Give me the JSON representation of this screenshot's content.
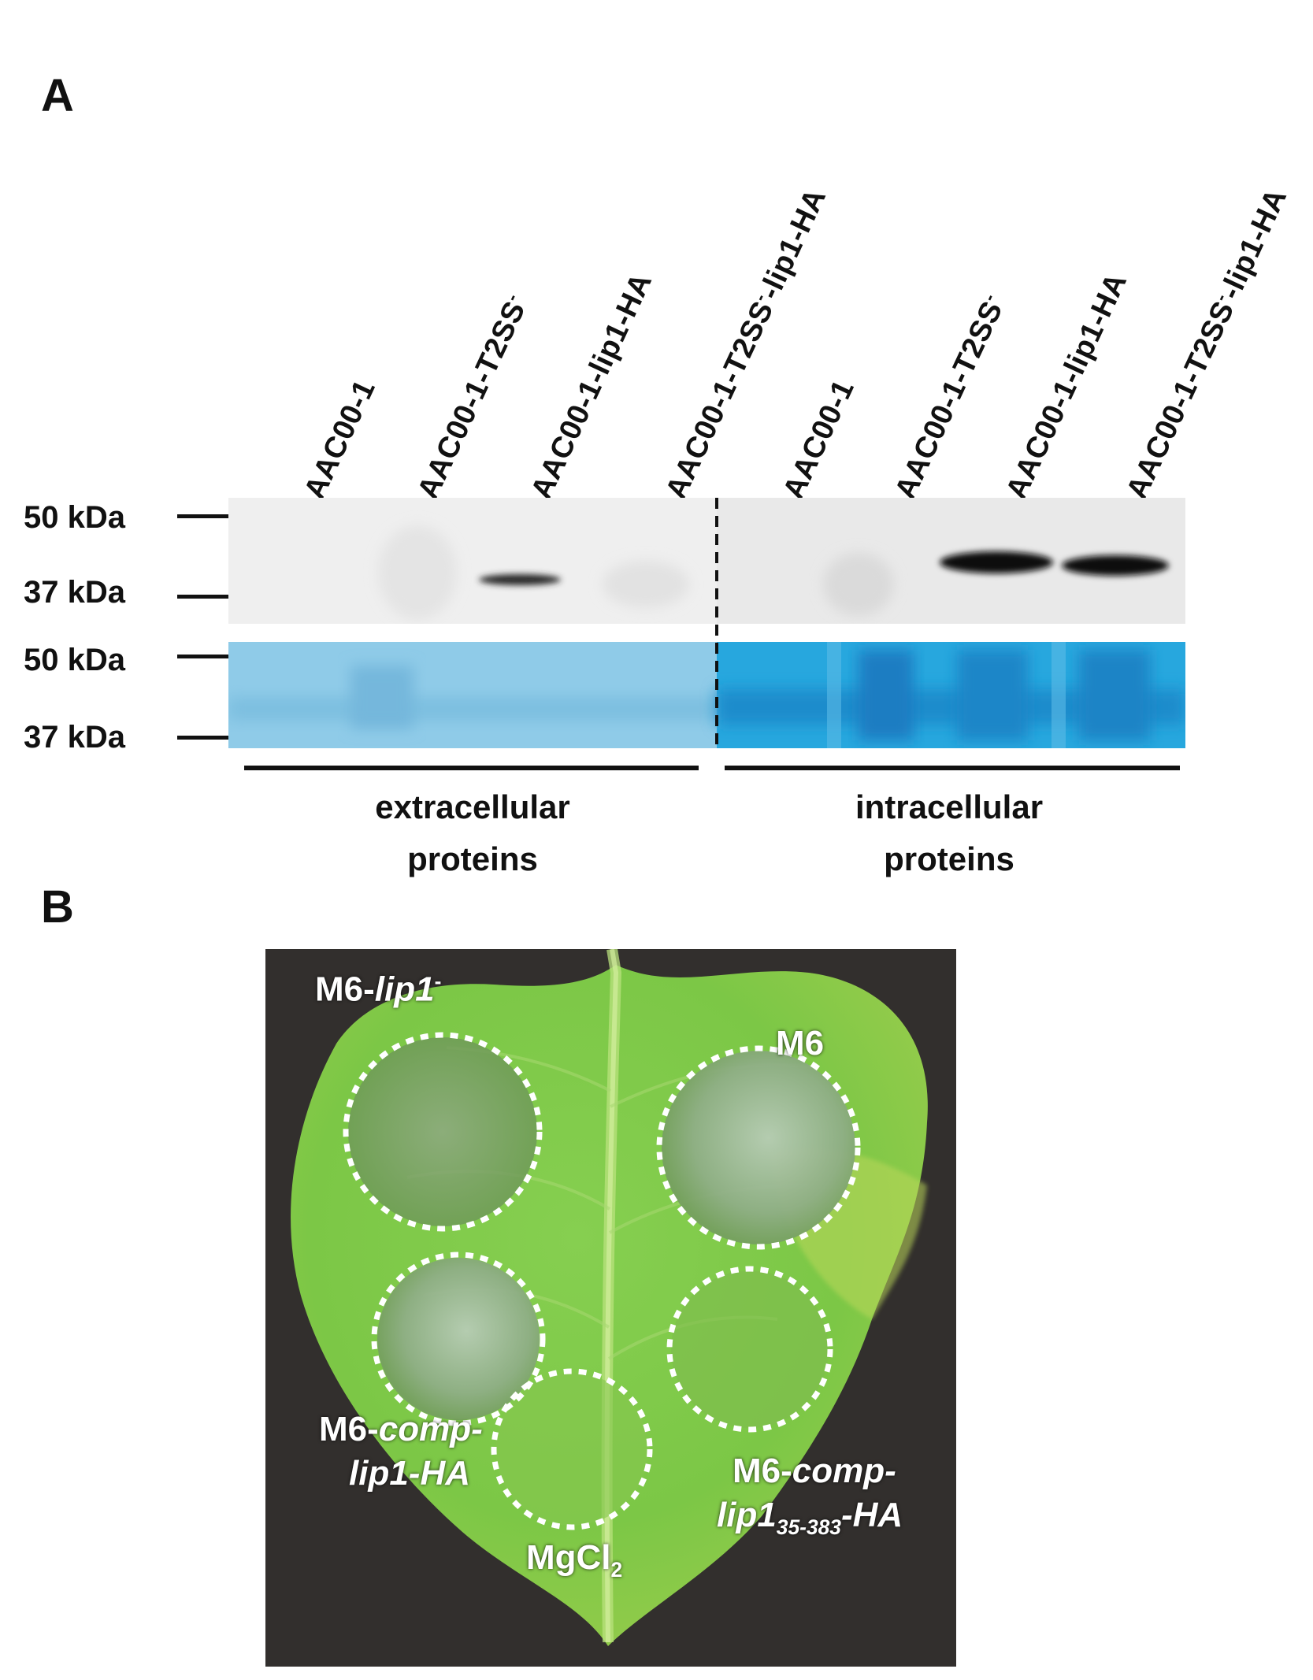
{
  "panel_a": {
    "letter": "A",
    "lanes": [
      {
        "main": "AAC00-1",
        "sup": "",
        "tail": ""
      },
      {
        "main": "AAC00-1-T2SS",
        "sup": "-",
        "tail": ""
      },
      {
        "main": "AAC00-1-lip1-HA",
        "sup": "",
        "tail": ""
      },
      {
        "main": "AAC00-1-T2SS",
        "sup": "-",
        "tail": "-lip1-HA"
      },
      {
        "main": "AAC00-1",
        "sup": "",
        "tail": ""
      },
      {
        "main": "AAC00-1-T2SS",
        "sup": "-",
        "tail": ""
      },
      {
        "main": "AAC00-1-lip1-HA",
        "sup": "",
        "tail": ""
      },
      {
        "main": "AAC00-1-T2SS",
        "sup": "-",
        "tail": "-lip1-HA"
      }
    ],
    "markers": {
      "western_50": "50 kDa",
      "western_37": "37 kDa",
      "stain_50": "50 kDa",
      "stain_37": "37 kDa"
    },
    "groups": {
      "extracellular": {
        "line1": "extracellular",
        "line2": "proteins"
      },
      "intracellular": {
        "line1": "intracellular",
        "line2": "proteins"
      }
    }
  },
  "panel_b": {
    "letter": "B",
    "labels": {
      "lip1_prefix": "M6-",
      "lip1_italic": "lip1",
      "lip1_sup": "-",
      "m6": "M6",
      "comp_line1_prefix": "M6-",
      "comp_line1_italic": "comp-",
      "comp_line2_italic": "lip1-HA",
      "trunc_line1_prefix": "M6-",
      "trunc_line1_italic": "comp-",
      "trunc_line2_italic": "lip1",
      "trunc_line2_sub": "35-383",
      "trunc_line2_tail": "-HA",
      "mgcl_main": "MgCl",
      "mgcl_sub": "2"
    }
  }
}
